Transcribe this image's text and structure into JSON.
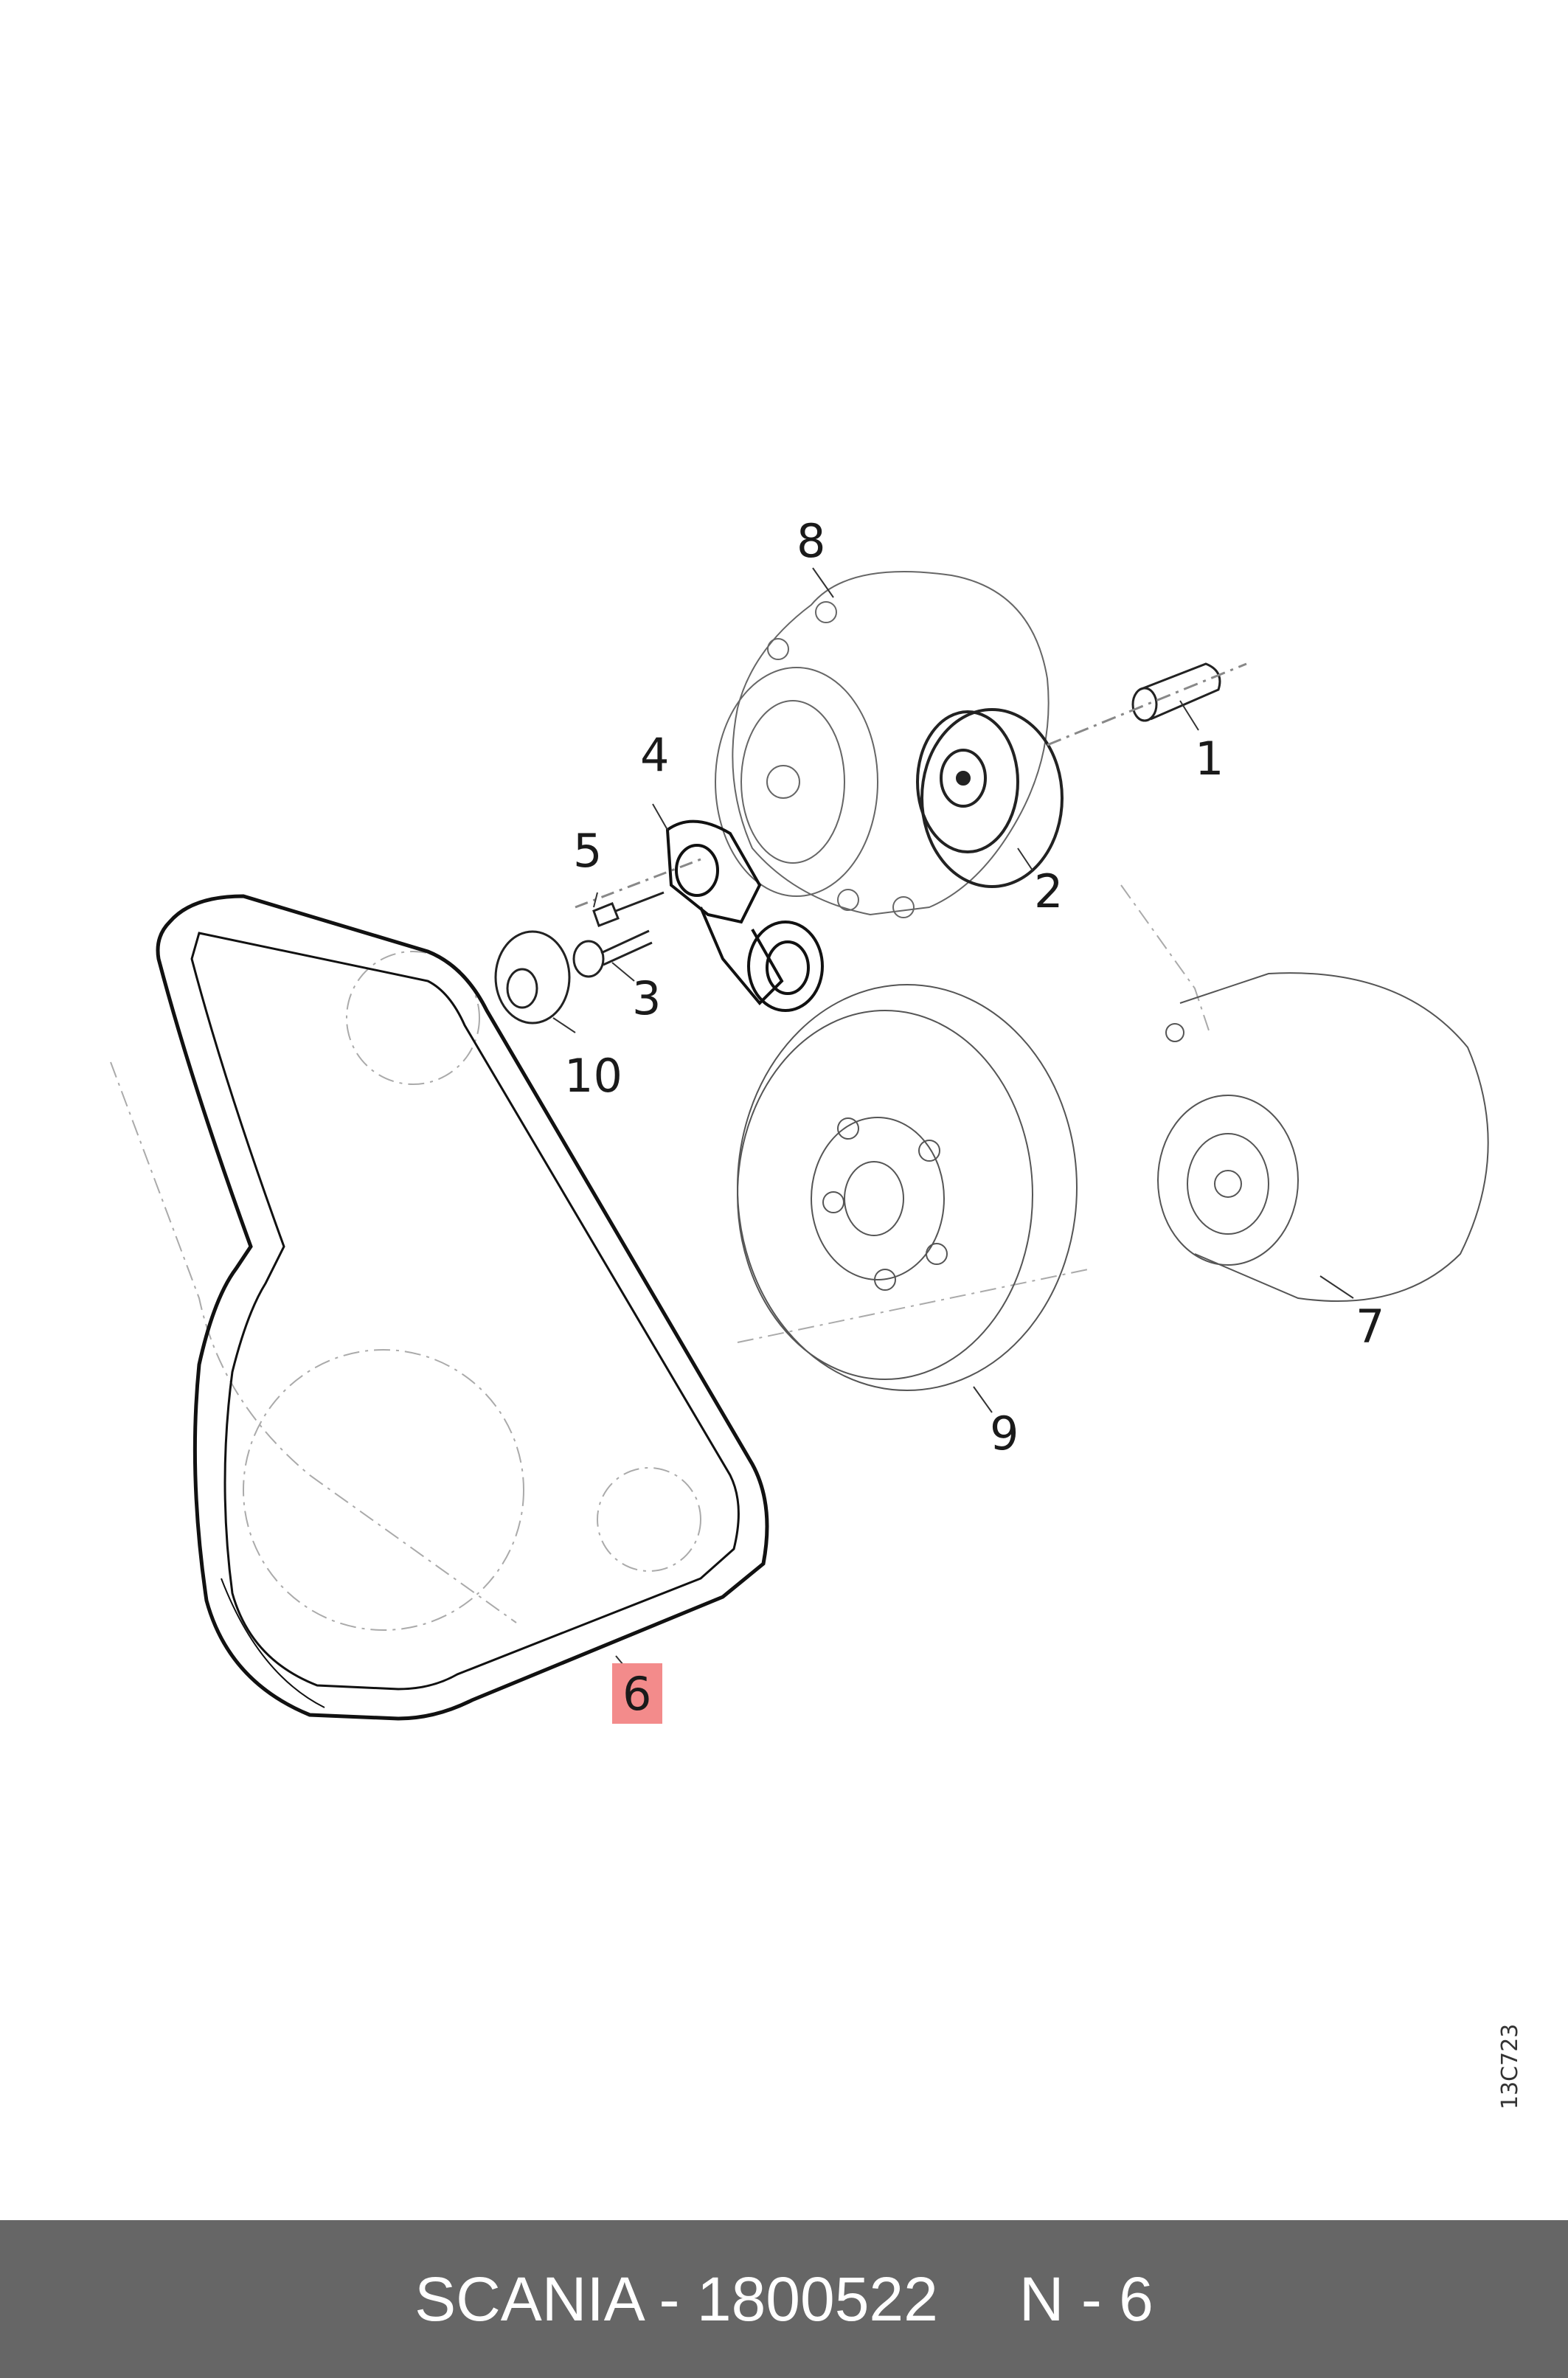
{
  "diagram": {
    "callouts": [
      {
        "id": "1",
        "label": "1"
      },
      {
        "id": "2",
        "label": "2"
      },
      {
        "id": "3",
        "label": "3"
      },
      {
        "id": "4",
        "label": "4"
      },
      {
        "id": "5",
        "label": "5"
      },
      {
        "id": "6",
        "label": "6",
        "highlighted": true
      },
      {
        "id": "7",
        "label": "7"
      },
      {
        "id": "8",
        "label": "8"
      },
      {
        "id": "9",
        "label": "9"
      },
      {
        "id": "10",
        "label": "10"
      }
    ],
    "drawing_code": "13C723",
    "highlight_color": "#f38b8b"
  },
  "footer": {
    "brand_part": "SCANIA - 1800522",
    "position": "N - 6",
    "background": "#666666"
  }
}
